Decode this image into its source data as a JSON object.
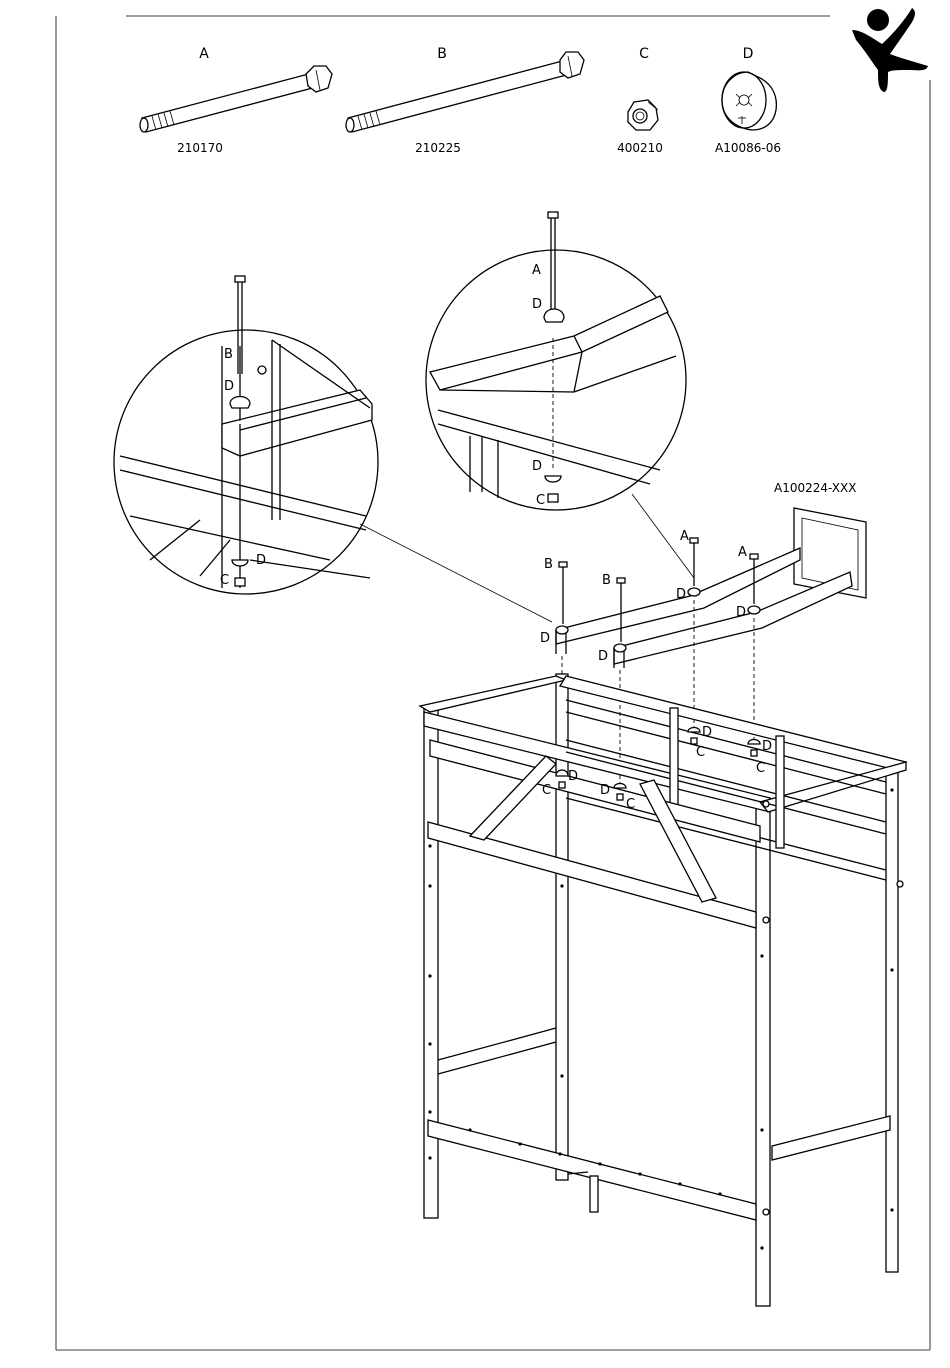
{
  "parts": [
    {
      "letter": "A",
      "code": "210170",
      "icon": "long-bolt-icon"
    },
    {
      "letter": "B",
      "code": "210225",
      "icon": "long-bolt-icon"
    },
    {
      "letter": "C",
      "code": "400210",
      "icon": "hex-nut-icon"
    },
    {
      "letter": "D",
      "code": "A10086-06",
      "icon": "spacer-cap-icon"
    }
  ],
  "assembly_code": "A100224-XXX",
  "callouts": {
    "a": "A",
    "b": "B",
    "c": "C",
    "d": "D"
  },
  "logo": "jumping-figure-logo-icon"
}
